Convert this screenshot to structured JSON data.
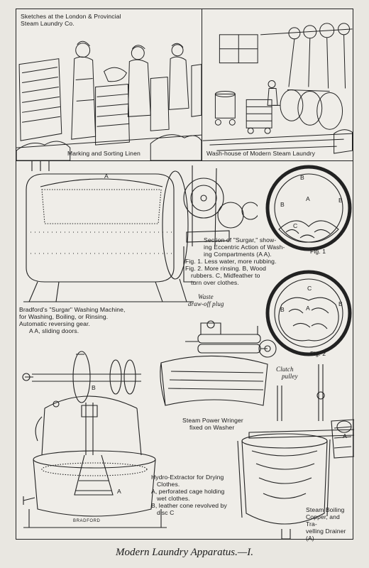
{
  "plate": {
    "caption": "Modern Laundry Apparatus.—I."
  },
  "panels": {
    "sorting": {
      "heading_line1": "Sketches at the London & Provincial",
      "heading_line2": "Steam Laundry Co.",
      "caption": "Marking and Sorting Linen"
    },
    "washhouse": {
      "caption": "Wash-house of Modern Steam Laundry"
    }
  },
  "surgar": {
    "drum_letter": "A",
    "caption_lines": [
      "Bradford's \"Surgar\" Washing Machine,",
      "for Washing, Boiling, or Rinsing.",
      "Automatic reversing gear.",
      "A A, sliding doors."
    ],
    "waste_plug_line1": "Waste",
    "waste_plug_line2": "draw-off plug"
  },
  "section": {
    "lines": [
      "Section of \"Surgar,\" show-",
      "ing Eccentric Action of Wash-",
      "ing Compartments (A A).",
      "Fig. 1. Less water, more rubbing.",
      "Fig. 2. More rinsing.  B, Wood",
      "rubbers.  C, Midfeather to",
      "turn over clothes."
    ],
    "fig1": {
      "label": "Fig. 1",
      "letter_a": "A",
      "letter_b_top": "B",
      "letter_b_left": "B",
      "letter_b_right": "B",
      "letter_c": "C"
    },
    "fig2": {
      "label": "Fig. 2",
      "letter_a": "A",
      "letter_b_left": "B",
      "letter_b_right": "B",
      "letter_c": "C"
    }
  },
  "wringer": {
    "clutch_line1": "Clutch",
    "clutch_line2": "pulley",
    "caption_line1": "Steam Power Wringer",
    "caption_line2": "fixed on Washer"
  },
  "hydro": {
    "letter_b": "B",
    "letter_a": "A",
    "maker_mark": "BRADFORD",
    "caption_lines": [
      "Hydro-Extractor for Drying",
      "Clothes.",
      "A, perforated cage holding",
      "wet clothes.",
      "B, leather cone revolved by",
      "disc C"
    ]
  },
  "copper": {
    "letter_a": "A",
    "caption_lines": [
      "Steam Boiling",
      "Copper, and Tra-",
      "velling Drainer (A)"
    ]
  }
}
